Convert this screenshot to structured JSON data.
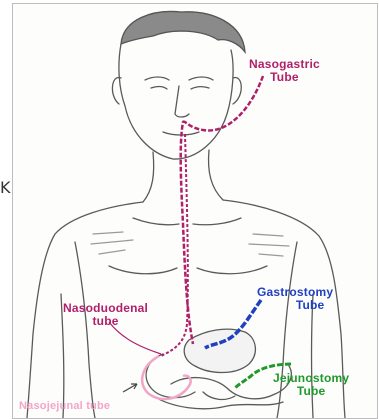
{
  "labels": {
    "nasogastric": [
      "Nasogastric",
      "Tube"
    ],
    "nasoduodenal": [
      "Nasoduodenal",
      "tube"
    ],
    "gastrostomy": [
      "Gastrostomy",
      "Tube"
    ],
    "jejunostomy": [
      "Jejunostomy",
      "Tube"
    ],
    "nasojejunal": "Nasojejunal tube"
  },
  "stray_mark": "K",
  "colors": {
    "nasogastric": "#b0206a",
    "nasoduodenal": "#b0206a",
    "gastrostomy": "#2040c0",
    "jejunostomy": "#1e9a2a",
    "nasojejunal": "#f2a6c6",
    "outline": "#5a5a5a"
  }
}
